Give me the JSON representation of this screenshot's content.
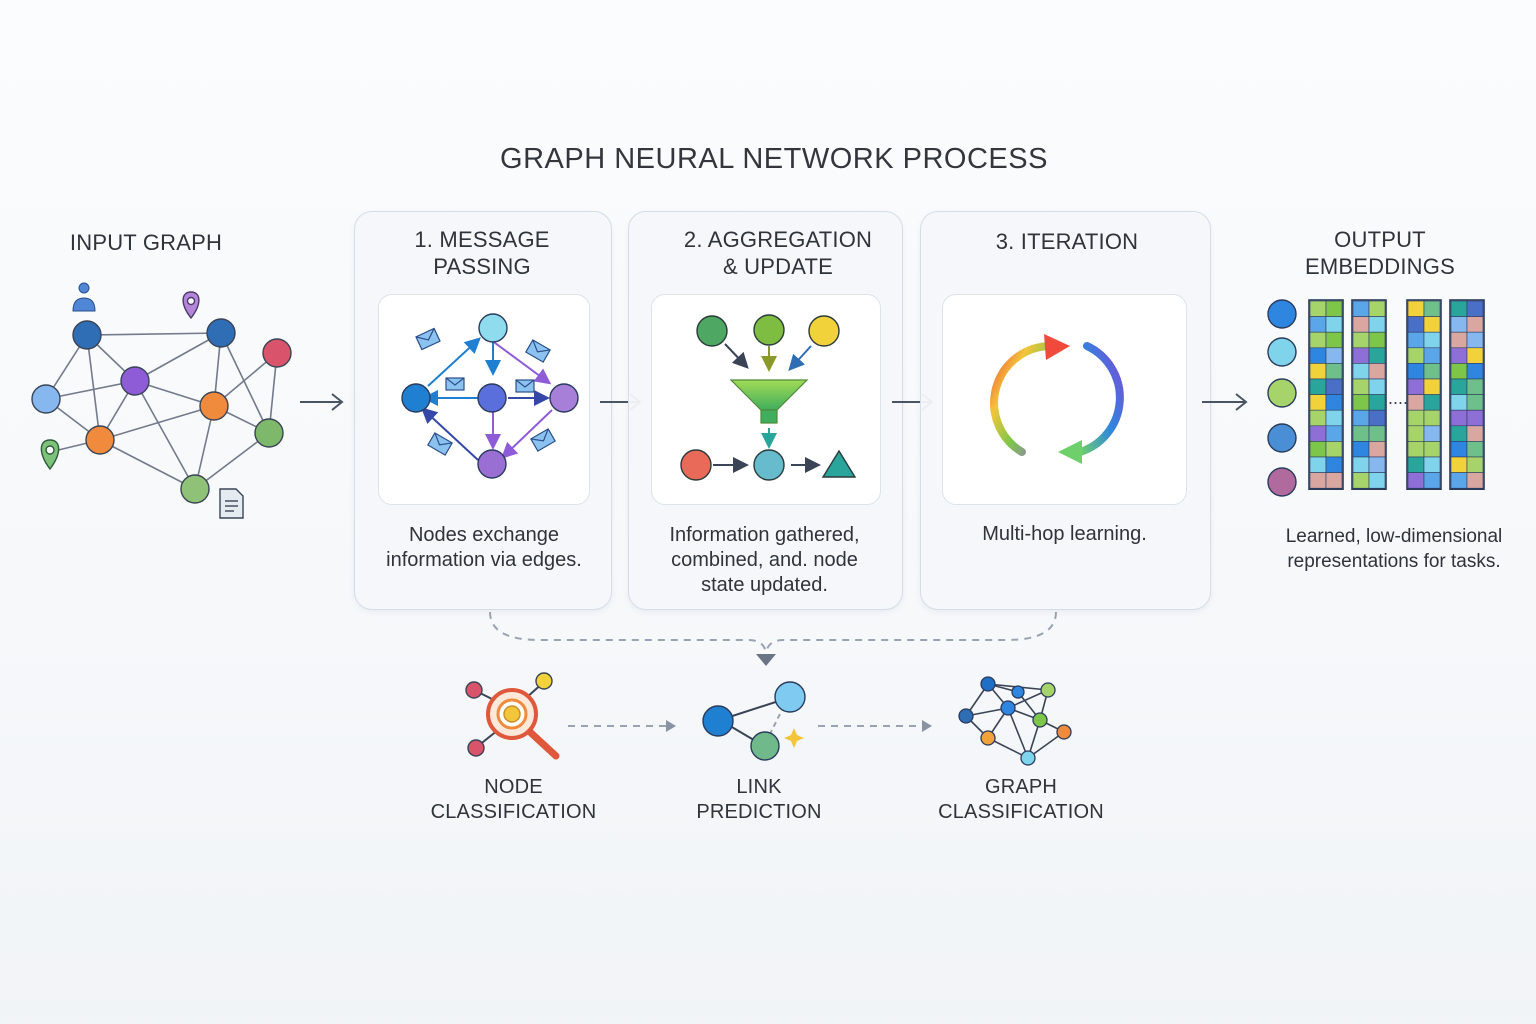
{
  "title": "GRAPH NEURAL NETWORK PROCESS",
  "input": {
    "heading": "INPUT GRAPH"
  },
  "steps": [
    {
      "heading_lines": [
        "1. MESSAGE",
        "PASSING"
      ],
      "desc_lines": [
        "Nodes exchange",
        "information via edges."
      ]
    },
    {
      "heading_lines": [
        "2. AGGREGATION",
        "& UPDATE"
      ],
      "desc_lines": [
        "Information gathered,",
        "combined, and. node",
        "state updated."
      ]
    },
    {
      "heading_lines": [
        "3. ITERATION"
      ],
      "desc_lines": [
        "Multi-hop learning."
      ]
    }
  ],
  "output": {
    "heading_lines": [
      "OUTPUT",
      "EMBEDDINGS"
    ],
    "desc_lines": [
      "Learned, low-dimensional",
      "representations for tasks."
    ],
    "ellipsis": "...."
  },
  "tasks": [
    {
      "label_lines": [
        "NODE",
        "CLASSIFICATION"
      ],
      "icon": "node-classification-icon"
    },
    {
      "label_lines": [
        "LINK",
        "PREDICTION"
      ],
      "icon": "link-prediction-icon"
    },
    {
      "label_lines": [
        "GRAPH",
        "CLASSIFICATION"
      ],
      "icon": "graph-classification-icon"
    }
  ],
  "colors": {
    "arrow": "#4a5563",
    "dashed": "#9aa3b2",
    "blue_dark": "#2f6db5",
    "blue": "#2f86e0",
    "blue_light": "#86b8ef",
    "cyan": "#7fd3ea",
    "purple": "#8e5cd6",
    "orange": "#f08a3c",
    "green": "#7eb86a",
    "green_dark": "#3fa35a",
    "red": "#d9546b",
    "yellow": "#f2d23a",
    "teal": "#2aa59b"
  }
}
